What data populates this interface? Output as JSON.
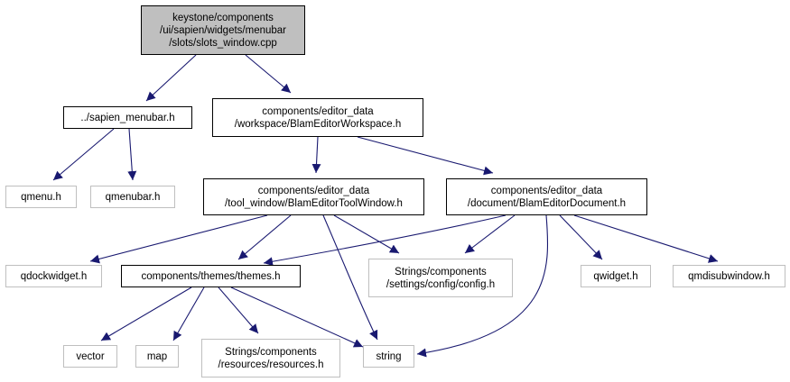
{
  "diagram": {
    "colors": {
      "edge": "#191970",
      "box_border_normal": "#000000",
      "box_border_external": "#bfbfbf",
      "root_fill": "#bfbfbf",
      "box_fill": "#ffffff"
    },
    "nodes": [
      {
        "id": "root",
        "lines": [
          "keystone/components",
          "/ui/sapien/widgets/menubar",
          "/slots/slots_window.cpp"
        ],
        "kind": "root"
      },
      {
        "id": "sapien_menubar",
        "lines": [
          "../sapien_menubar.h"
        ],
        "kind": "normal"
      },
      {
        "id": "workspace",
        "lines": [
          "components/editor_data",
          "/workspace/BlamEditorWorkspace.h"
        ],
        "kind": "normal"
      },
      {
        "id": "qmenu",
        "lines": [
          "qmenu.h"
        ],
        "kind": "external"
      },
      {
        "id": "qmenubar",
        "lines": [
          "qmenubar.h"
        ],
        "kind": "external"
      },
      {
        "id": "toolwindow",
        "lines": [
          "components/editor_data",
          "/tool_window/BlamEditorToolWindow.h"
        ],
        "kind": "normal"
      },
      {
        "id": "document",
        "lines": [
          "components/editor_data",
          "/document/BlamEditorDocument.h"
        ],
        "kind": "normal"
      },
      {
        "id": "qdockwidget",
        "lines": [
          "qdockwidget.h"
        ],
        "kind": "external"
      },
      {
        "id": "themes",
        "lines": [
          "components/themes/themes.h"
        ],
        "kind": "normal"
      },
      {
        "id": "config",
        "lines": [
          "Strings/components",
          "/settings/config/config.h"
        ],
        "kind": "external"
      },
      {
        "id": "qwidget",
        "lines": [
          "qwidget.h"
        ],
        "kind": "external"
      },
      {
        "id": "qmdisubwindow",
        "lines": [
          "qmdisubwindow.h"
        ],
        "kind": "external"
      },
      {
        "id": "vector",
        "lines": [
          "vector"
        ],
        "kind": "external"
      },
      {
        "id": "map",
        "lines": [
          "map"
        ],
        "kind": "external"
      },
      {
        "id": "resources",
        "lines": [
          "Strings/components",
          "/resources/resources.h"
        ],
        "kind": "external"
      },
      {
        "id": "string",
        "lines": [
          "string"
        ],
        "kind": "external"
      }
    ],
    "edges": [
      {
        "from": "root",
        "to": "sapien_menubar"
      },
      {
        "from": "root",
        "to": "workspace"
      },
      {
        "from": "sapien_menubar",
        "to": "qmenu"
      },
      {
        "from": "sapien_menubar",
        "to": "qmenubar"
      },
      {
        "from": "workspace",
        "to": "toolwindow"
      },
      {
        "from": "workspace",
        "to": "document"
      },
      {
        "from": "toolwindow",
        "to": "qdockwidget"
      },
      {
        "from": "toolwindow",
        "to": "themes"
      },
      {
        "from": "toolwindow",
        "to": "config"
      },
      {
        "from": "toolwindow",
        "to": "string"
      },
      {
        "from": "document",
        "to": "themes"
      },
      {
        "from": "document",
        "to": "config"
      },
      {
        "from": "document",
        "to": "string"
      },
      {
        "from": "document",
        "to": "qwidget"
      },
      {
        "from": "document",
        "to": "qmdisubwindow"
      },
      {
        "from": "themes",
        "to": "vector"
      },
      {
        "from": "themes",
        "to": "map"
      },
      {
        "from": "themes",
        "to": "resources"
      },
      {
        "from": "themes",
        "to": "string"
      }
    ]
  }
}
